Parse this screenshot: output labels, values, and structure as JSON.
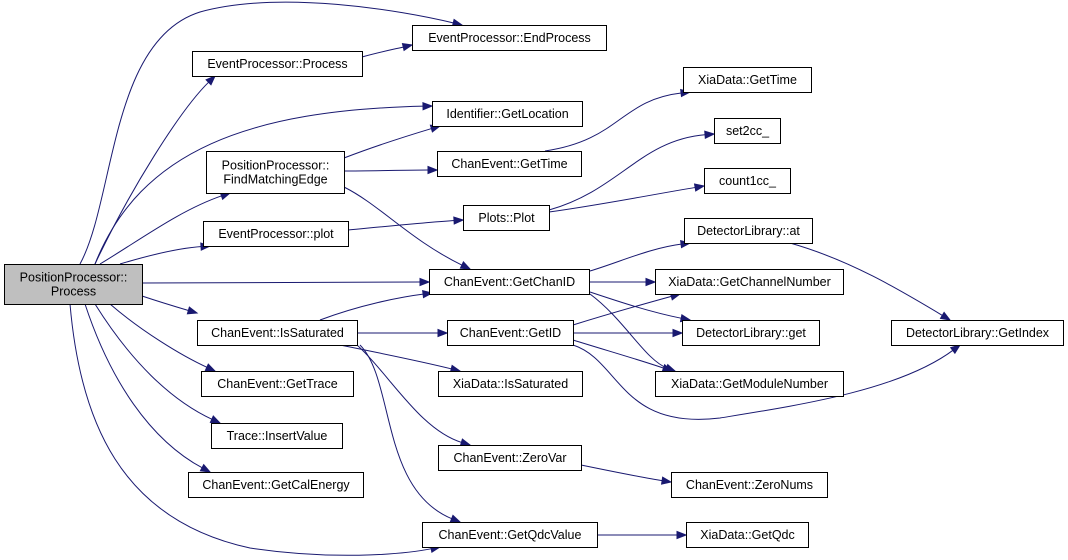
{
  "diagram": {
    "nodes": [
      {
        "id": "pp_process",
        "lines": [
          "PositionProcessor::",
          "Process"
        ],
        "root": true
      },
      {
        "id": "ep_process",
        "lines": [
          "EventProcessor::Process"
        ]
      },
      {
        "id": "ep_endprocess",
        "lines": [
          "EventProcessor::EndProcess"
        ]
      },
      {
        "id": "id_getlocation",
        "lines": [
          "Identifier::GetLocation"
        ]
      },
      {
        "id": "pp_fme",
        "lines": [
          "PositionProcessor::",
          "FindMatchingEdge"
        ]
      },
      {
        "id": "ce_gettime",
        "lines": [
          "ChanEvent::GetTime"
        ]
      },
      {
        "id": "xd_gettime",
        "lines": [
          "XiaData::GetTime"
        ]
      },
      {
        "id": "set2cc",
        "lines": [
          "set2cc_"
        ]
      },
      {
        "id": "count1cc",
        "lines": [
          "count1cc_"
        ]
      },
      {
        "id": "ep_plot",
        "lines": [
          "EventProcessor::plot"
        ]
      },
      {
        "id": "plots_plot",
        "lines": [
          "Plots::Plot"
        ]
      },
      {
        "id": "dl_at",
        "lines": [
          "DetectorLibrary::at"
        ]
      },
      {
        "id": "ce_getchanid",
        "lines": [
          "ChanEvent::GetChanID"
        ]
      },
      {
        "id": "xd_getchannum",
        "lines": [
          "XiaData::GetChannelNumber"
        ]
      },
      {
        "id": "dl_getindex",
        "lines": [
          "DetectorLibrary::GetIndex"
        ]
      },
      {
        "id": "ce_issaturated",
        "lines": [
          "ChanEvent::IsSaturated"
        ]
      },
      {
        "id": "ce_getid",
        "lines": [
          "ChanEvent::GetID"
        ]
      },
      {
        "id": "dl_get",
        "lines": [
          "DetectorLibrary::get"
        ]
      },
      {
        "id": "ce_gettrace",
        "lines": [
          "ChanEvent::GetTrace"
        ]
      },
      {
        "id": "xd_issaturated",
        "lines": [
          "XiaData::IsSaturated"
        ]
      },
      {
        "id": "xd_getmodnum",
        "lines": [
          "XiaData::GetModuleNumber"
        ]
      },
      {
        "id": "tr_insertvalue",
        "lines": [
          "Trace::InsertValue"
        ]
      },
      {
        "id": "ce_zerovar",
        "lines": [
          "ChanEvent::ZeroVar"
        ]
      },
      {
        "id": "ce_getcalenergy",
        "lines": [
          "ChanEvent::GetCalEnergy"
        ]
      },
      {
        "id": "ce_zeronums",
        "lines": [
          "ChanEvent::ZeroNums"
        ]
      },
      {
        "id": "ce_getqdcvalue",
        "lines": [
          "ChanEvent::GetQdcValue"
        ]
      },
      {
        "id": "xd_getqdc",
        "lines": [
          "XiaData::GetQdc"
        ]
      }
    ],
    "edges": [
      {
        "from": "pp_process",
        "to": "ep_endprocess"
      },
      {
        "from": "pp_process",
        "to": "ep_process"
      },
      {
        "from": "pp_process",
        "to": "id_getlocation"
      },
      {
        "from": "pp_process",
        "to": "pp_fme"
      },
      {
        "from": "pp_process",
        "to": "ep_plot"
      },
      {
        "from": "pp_process",
        "to": "ce_getchanid"
      },
      {
        "from": "pp_process",
        "to": "ce_issaturated"
      },
      {
        "from": "pp_process",
        "to": "ce_gettrace"
      },
      {
        "from": "pp_process",
        "to": "tr_insertvalue"
      },
      {
        "from": "pp_process",
        "to": "ce_getcalenergy"
      },
      {
        "from": "pp_process",
        "to": "ce_getqdcvalue"
      },
      {
        "from": "ep_process",
        "to": "ep_endprocess"
      },
      {
        "from": "pp_fme",
        "to": "id_getlocation"
      },
      {
        "from": "pp_fme",
        "to": "ce_gettime"
      },
      {
        "from": "pp_fme",
        "to": "ce_getchanid"
      },
      {
        "from": "ce_gettime",
        "to": "xd_gettime"
      },
      {
        "from": "ep_plot",
        "to": "plots_plot"
      },
      {
        "from": "plots_plot",
        "to": "set2cc"
      },
      {
        "from": "plots_plot",
        "to": "count1cc"
      },
      {
        "from": "ce_getchanid",
        "to": "dl_at"
      },
      {
        "from": "ce_getchanid",
        "to": "xd_getchannum"
      },
      {
        "from": "ce_getchanid",
        "to": "dl_get"
      },
      {
        "from": "ce_getchanid",
        "to": "xd_getmodnum"
      },
      {
        "from": "dl_at",
        "to": "dl_getindex"
      },
      {
        "from": "ce_issaturated",
        "to": "ce_getchanid"
      },
      {
        "from": "ce_issaturated",
        "to": "ce_getid"
      },
      {
        "from": "ce_issaturated",
        "to": "xd_issaturated"
      },
      {
        "from": "ce_issaturated",
        "to": "ce_zerovar"
      },
      {
        "from": "ce_issaturated",
        "to": "ce_getqdcvalue"
      },
      {
        "from": "ce_getid",
        "to": "xd_getchannum"
      },
      {
        "from": "ce_getid",
        "to": "dl_get"
      },
      {
        "from": "ce_getid",
        "to": "xd_getmodnum"
      },
      {
        "from": "ce_getid",
        "to": "dl_getindex"
      },
      {
        "from": "ce_zerovar",
        "to": "ce_zeronums"
      },
      {
        "from": "ce_getqdcvalue",
        "to": "xd_getqdc"
      }
    ],
    "colors": {
      "edge": "#191970",
      "node_border": "#000000",
      "node_fill": "#ffffff",
      "root_fill": "#bfbfbf"
    }
  }
}
